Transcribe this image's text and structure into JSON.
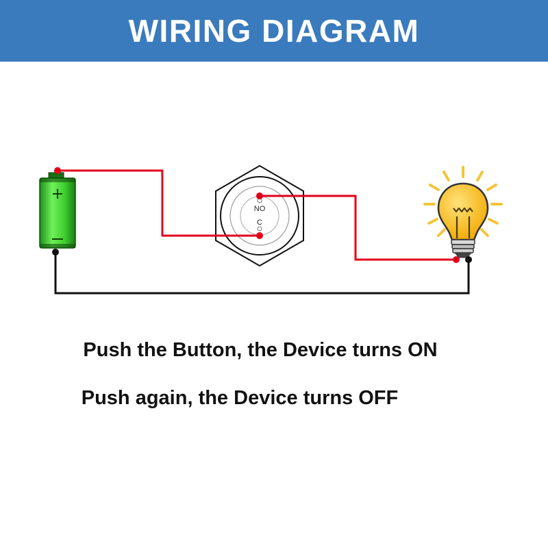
{
  "header": {
    "title": "WIRING DIAGRAM"
  },
  "switch": {
    "terminal_no_label": "NO",
    "terminal_c_label": "C"
  },
  "captions": [
    "Push the Button, the Device turns ON",
    "Push again, the Device turns OFF"
  ],
  "colors": {
    "header_bg": "#3a7bbd",
    "wire_positive": "#e0001b",
    "wire_negative": "#111111",
    "battery": "#3fcf2f",
    "bulb": "#f6b716",
    "rays": "#f3c53a"
  },
  "icons": [
    "battery-icon",
    "push-button-switch-icon",
    "light-bulb-icon"
  ]
}
